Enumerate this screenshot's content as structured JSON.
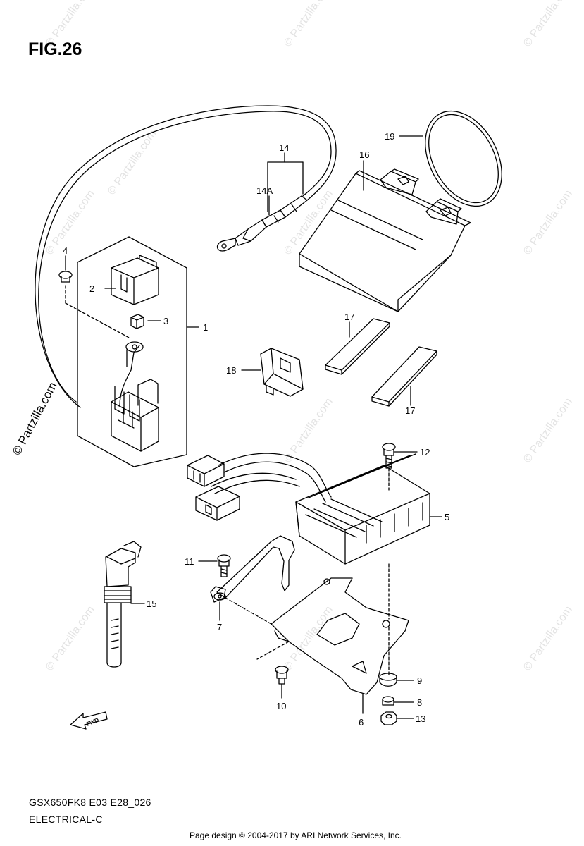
{
  "figure": {
    "title": "FIG.26",
    "code": "GSX650FK8 E03 E28_026",
    "name": "ELECTRICAL-C"
  },
  "watermark": {
    "main": "© Partzilla.com",
    "faint": "© Partzilla.com"
  },
  "copyright": "Page design © 2004-2017 by ARI Network Services, Inc.",
  "fwd_label": "FWD",
  "callouts": [
    "1",
    "2",
    "3",
    "4",
    "5",
    "6",
    "7",
    "8",
    "9",
    "10",
    "11",
    "12",
    "13",
    "14",
    "14A",
    "15",
    "16",
    "17",
    "17",
    "18",
    "19"
  ]
}
